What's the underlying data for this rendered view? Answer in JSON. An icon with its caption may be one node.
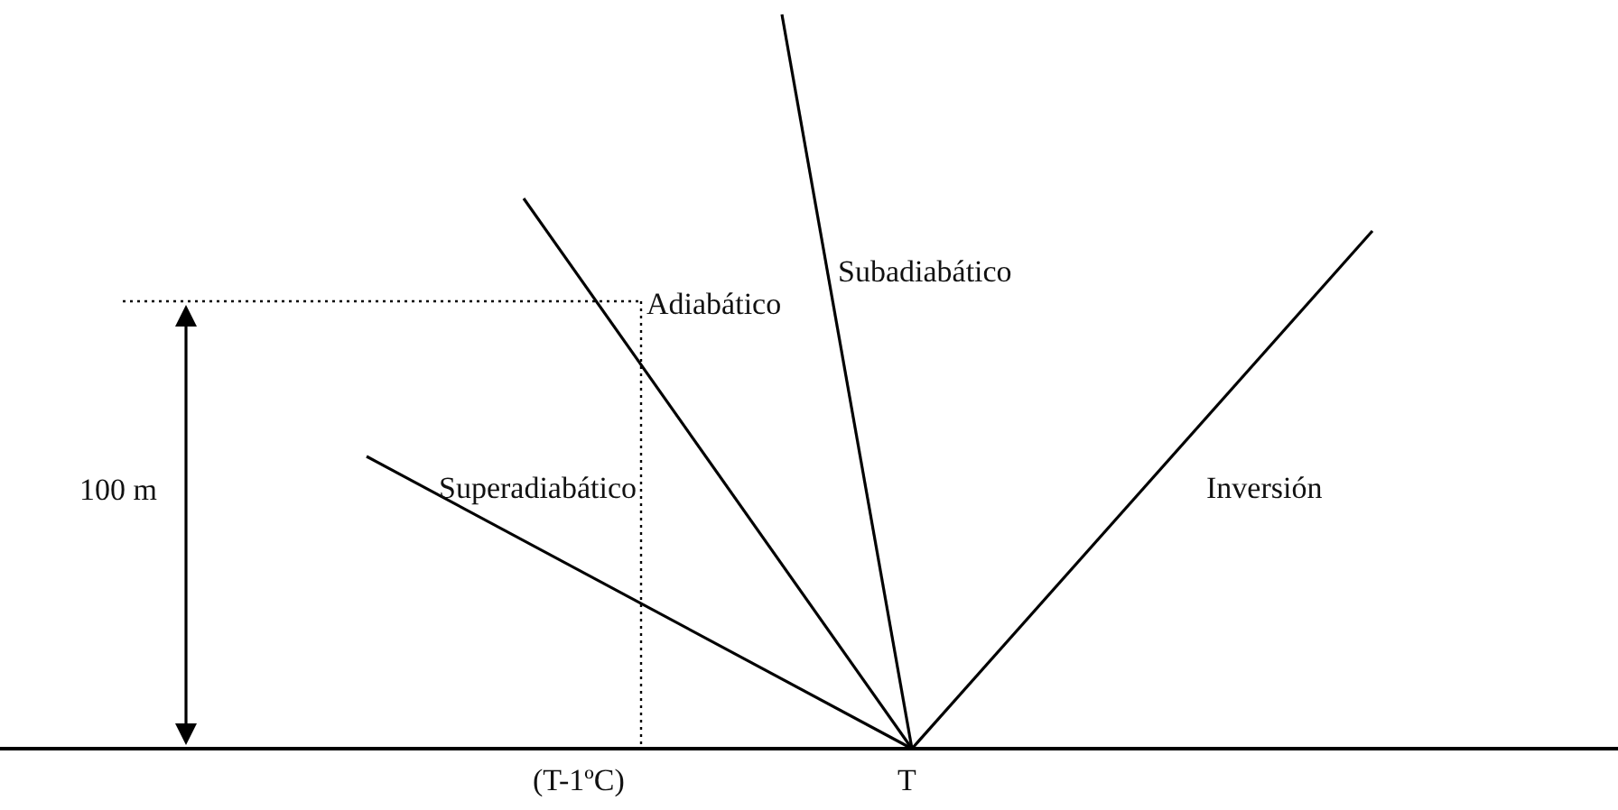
{
  "diagram": {
    "labels": [
      "Subadiabático",
      "Adiabático",
      "100 m",
      "Superadiabático",
      "Inversión",
      "(T-1ºC)",
      "T"
    ]
  }
}
